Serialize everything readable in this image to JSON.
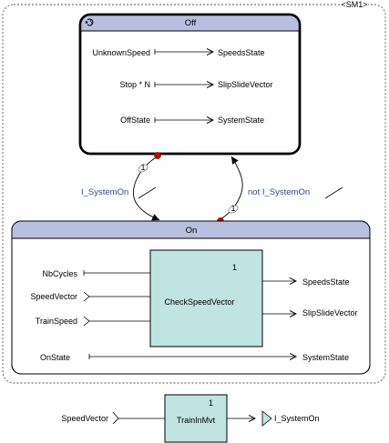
{
  "sm_label": "<SM1>",
  "states": {
    "off": {
      "title": "Off",
      "rows": [
        {
          "in": "UnknownSpeed",
          "out": "SpeedsState"
        },
        {
          "in": "Stop * N",
          "out": "SlipSlideVector"
        },
        {
          "in": "OffState",
          "out": "SystemState"
        }
      ]
    },
    "on": {
      "title": "On",
      "inputs": [
        "NbCycles",
        "SpeedVector",
        "TrainSpeed"
      ],
      "outputs": [
        "SpeedsState",
        "SlipSlideVector"
      ],
      "block": {
        "name": "CheckSpeedVector",
        "index": "1"
      },
      "passthrough": {
        "in": "OnState",
        "out": "SystemState"
      }
    }
  },
  "transitions": {
    "off_to_on": {
      "label": "I_SystemOn",
      "priority": "1"
    },
    "on_to_off": {
      "label": "not I_SystemOn",
      "priority": "1"
    }
  },
  "bottom": {
    "input": "SpeedVector",
    "block": {
      "name": "TrainInMvt",
      "index": "1"
    },
    "output": "I_SystemOn"
  },
  "colors": {
    "state_header": "#b8bfe0",
    "block_fill": "#bfe4e2",
    "dot": "#cc0000",
    "transition_label": "#2f4a78",
    "output_triangle": "#bfe4e2"
  }
}
